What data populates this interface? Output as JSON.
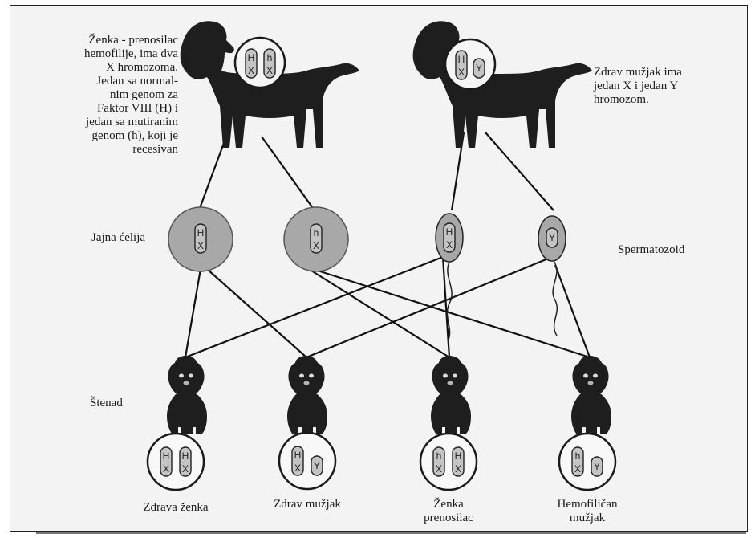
{
  "female_parent_label": "Ženka - prenosilac hemofilije, ima dva X hromozoma. Jedan sa normalnim genom za Faktor VIII (H) i jedan sa mutiranim genom (h), koji je recesivan",
  "female_parent_lines": [
    "Ženka - prenosilac",
    "hemofilije, ima dva",
    "X hromozoma.",
    "Jedan sa normal-",
    "nim genom za",
    "Faktor VIII (H) i",
    "jedan sa mutiranim",
    "genom  (h), koji je",
    "recesivan"
  ],
  "male_parent_lines": [
    "Zdrav mužjak ima",
    "jedan X i jedan Y",
    "hromozom."
  ],
  "egg_label": "Jajna ćelija",
  "sperm_label": "Spermatozoid",
  "puppies_label": "Štenad",
  "offspring": [
    {
      "name_lines": [
        "Zdrava ženka"
      ],
      "chromosomes": [
        [
          "H",
          "X"
        ],
        [
          "H",
          "X"
        ]
      ]
    },
    {
      "name_lines": [
        "Zdrav mužjak"
      ],
      "chromosomes": [
        [
          "H",
          "X"
        ],
        [
          "",
          "Y"
        ]
      ]
    },
    {
      "name_lines": [
        "Ženka",
        "prenosilac"
      ],
      "chromosomes": [
        [
          "h",
          "X"
        ],
        [
          "H",
          "X"
        ]
      ]
    },
    {
      "name_lines": [
        "Hemofiličan",
        "mužjak"
      ],
      "chromosomes": [
        [
          "h",
          "X"
        ],
        [
          "",
          "Y"
        ]
      ]
    }
  ],
  "parent_chromosomes": {
    "female": [
      [
        "H",
        "X"
      ],
      [
        "h",
        "X"
      ]
    ],
    "male": [
      [
        "H",
        "X"
      ],
      [
        "",
        "Y"
      ]
    ]
  },
  "gametes": {
    "eggs": [
      [
        "H",
        "X"
      ],
      [
        "h",
        "X"
      ]
    ],
    "sperm": [
      [
        "H",
        "X"
      ],
      [
        "",
        "Y"
      ]
    ]
  },
  "colors": {
    "frame_bg": "#f3f3f3",
    "cell_fill": "#a8a8a8",
    "chromosome_fill": "#c4c4c4",
    "dog": "#1e1e1e",
    "line": "#111111"
  }
}
